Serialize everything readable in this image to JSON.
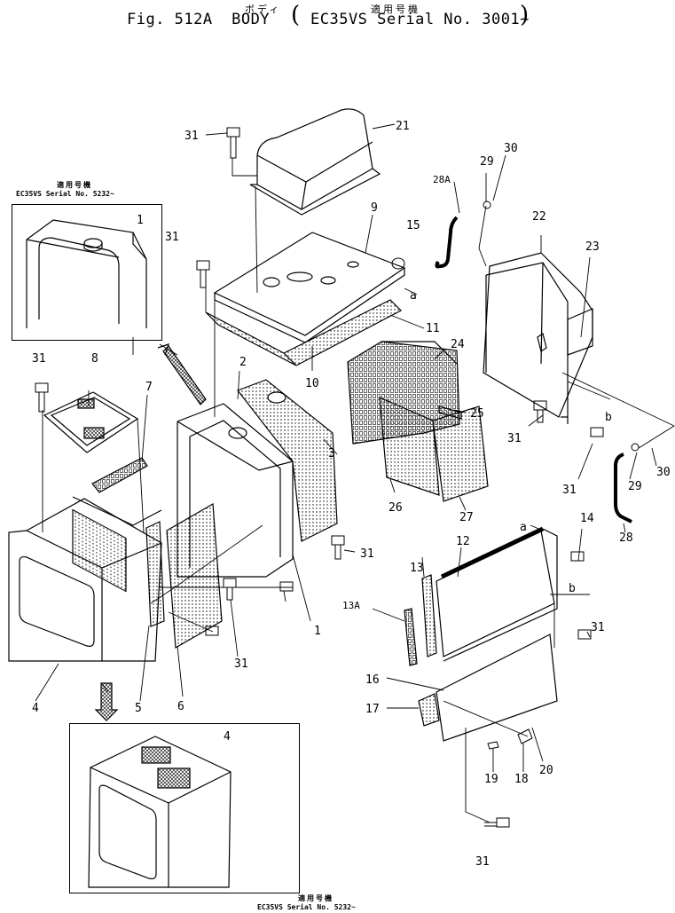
{
  "header": {
    "jp_part": "ボディ",
    "jp_applicable": "適用号機",
    "fig": "Fig. 512A",
    "name": "BODY",
    "model_serial": "EC35VS Serial No. 3001~"
  },
  "inset_top": {
    "jp": "適用号機",
    "serial": "EC35VS  Serial  No. 5232~",
    "part": "1"
  },
  "inset_bottom": {
    "jp": "適用号機",
    "serial": "EC35VS  Serial  No. 5232~",
    "part": "4"
  },
  "labels": {
    "l21": "21",
    "l31a": "31",
    "l9": "9",
    "l15": "15",
    "l31b": "31",
    "la1": "a",
    "l11": "11",
    "l10": "10",
    "l2": "2",
    "l3": "3",
    "l31c": "31",
    "l8": "8",
    "l7": "7",
    "l1": "1",
    "l4": "4",
    "l5": "5",
    "l6": "6",
    "l31d": "31",
    "l31e": "31",
    "l29a": "29",
    "l30a": "30",
    "l28a": "28A",
    "l22": "22",
    "l23": "23",
    "l24": "24",
    "l25": "25",
    "l26": "26",
    "l27": "27",
    "lb1": "b",
    "l31f": "31",
    "l31g": "31",
    "l30b": "30",
    "l29b": "29",
    "l28": "28",
    "la2": "a",
    "l14": "14",
    "l12": "12",
    "l13": "13",
    "l13a": "13A",
    "lb2": "b",
    "l31h": "31",
    "l16": "16",
    "l17": "17",
    "l19": "19",
    "l18": "18",
    "l20": "20",
    "l31i": "31"
  }
}
